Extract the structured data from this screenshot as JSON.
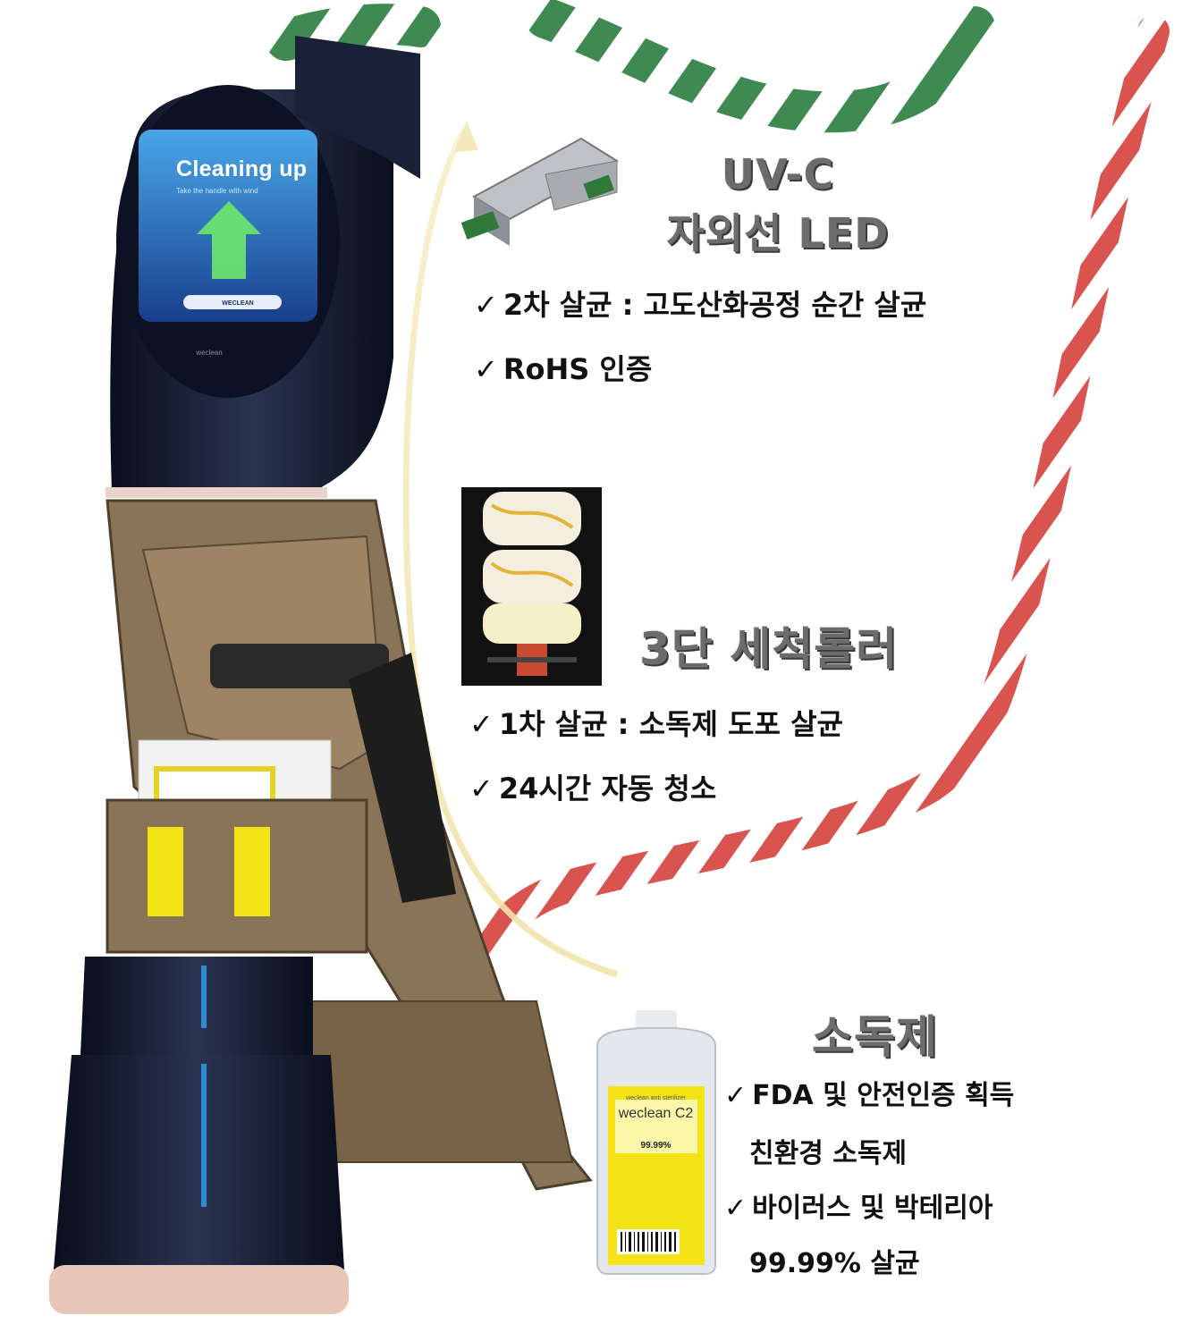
{
  "device": {
    "screen_title": "Cleaning up",
    "screen_subtitle": "Take the handle with wind",
    "screen_brand": "WECLEAN",
    "logo_text": "weclean"
  },
  "uv_section": {
    "title_line1": "UV-C",
    "title_line2": "자외선 LED",
    "features": [
      "2차 살균 : 고도산화공정 순간 살균",
      "RoHS 인증"
    ]
  },
  "roller_section": {
    "title": "3단 세척롤러",
    "features": [
      "1차 살균 : 소독제 도포 살균",
      "24시간 자동 청소"
    ]
  },
  "disinfectant_section": {
    "title": "소독제",
    "features": [
      {
        "line1": "FDA 및 안전인증 획득",
        "line2": "친환경 소독제"
      },
      {
        "line1": "바이러스 및 박테리아",
        "line2": "99.99% 살균"
      }
    ]
  },
  "bottle": {
    "top_text": "weclean anti sterilizer",
    "brand": "weclean C2",
    "percent": "99.99%"
  },
  "check_mark": "✓",
  "colors": {
    "handrail_red": "#d9534f",
    "handrail_green": "#3f8a52",
    "device_body": "#141a2e",
    "frame_brown": "#8a7458",
    "screen_blue": "#1f63b8",
    "label_yellow": "#f4e316"
  }
}
